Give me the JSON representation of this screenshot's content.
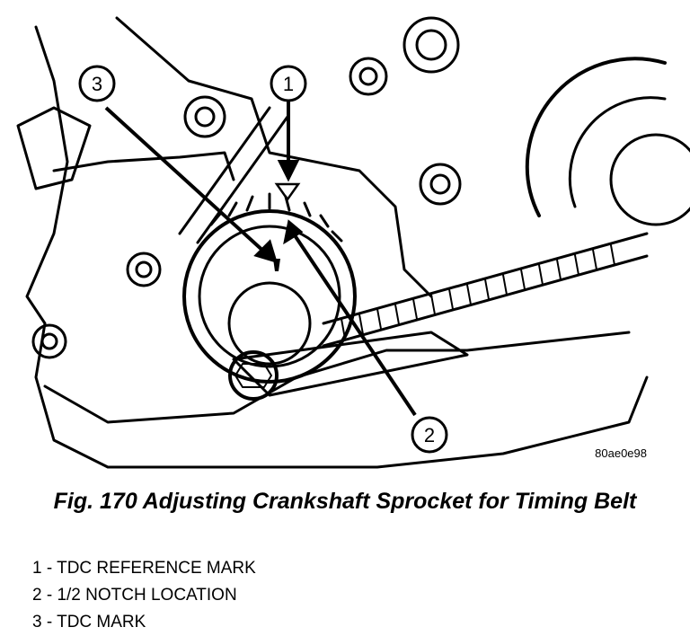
{
  "figure": {
    "code": "80ae0e98",
    "caption": "Fig. 170 Adjusting Crankshaft Sprocket for Timing Belt"
  },
  "callouts": [
    {
      "num": "1"
    },
    {
      "num": "2"
    },
    {
      "num": "3"
    }
  ],
  "legend": [
    {
      "text": "1 - TDC REFERENCE MARK"
    },
    {
      "text": "2 - 1/2 NOTCH LOCATION"
    },
    {
      "text": "3 - TDC MARK"
    }
  ]
}
